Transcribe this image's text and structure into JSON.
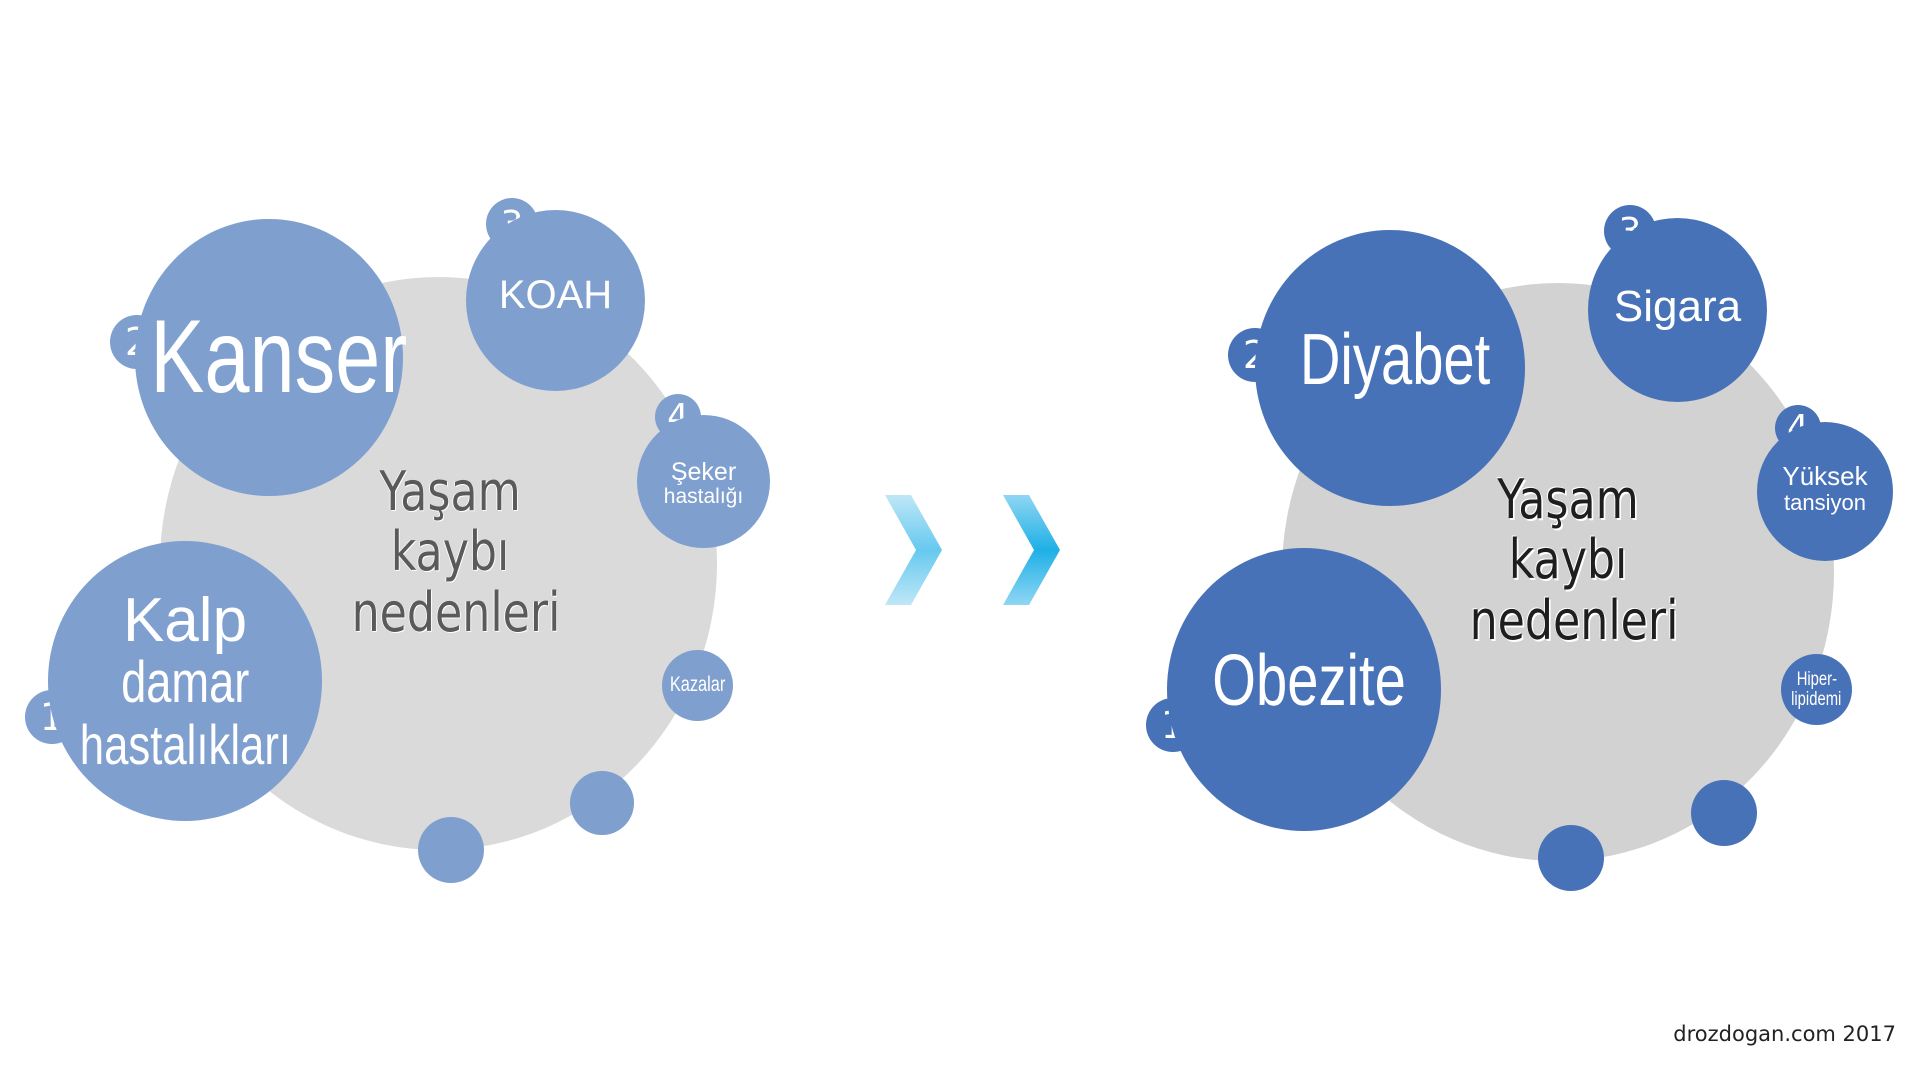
{
  "left_group": {
    "center_title_lines": [
      "Yaşam",
      "kaybı",
      "nedenleri"
    ],
    "items": {
      "kalp": {
        "rank": "1",
        "lines": [
          "Kalp",
          "damar",
          "hastalıkları"
        ]
      },
      "kanser": {
        "rank": "2",
        "lines": [
          "Kanser"
        ]
      },
      "koah": {
        "rank": "3",
        "lines": [
          "KOAH"
        ]
      },
      "seker": {
        "rank": "4",
        "lines": [
          "Şeker",
          "hastalığı"
        ]
      },
      "kazalar": {
        "lines": [
          "Kazalar"
        ]
      }
    }
  },
  "right_group": {
    "center_title_lines": [
      "Yaşam",
      "kaybı",
      "nedenleri"
    ],
    "items": {
      "obezite": {
        "rank": "1",
        "lines": [
          "Obezite"
        ]
      },
      "diyabet": {
        "rank": "2",
        "lines": [
          "Diyabet"
        ]
      },
      "sigara": {
        "rank": "3",
        "lines": [
          "Sigara"
        ]
      },
      "yuksek_tansiyon": {
        "rank": "4",
        "lines": [
          "Yüksek",
          "tansiyon"
        ]
      },
      "hiperlipidemi": {
        "lines": [
          "Hiper-",
          "lipidemi"
        ]
      }
    }
  },
  "colors": {
    "left_bubble": "#7f9fcf",
    "right_bubble": "#4872b8",
    "gray_circle": "#dadada",
    "arrow": "#33b5e5"
  },
  "arrow_icon": "double-chevron-right-icon",
  "footer": {
    "credit": "drozdogan.com 2017"
  }
}
